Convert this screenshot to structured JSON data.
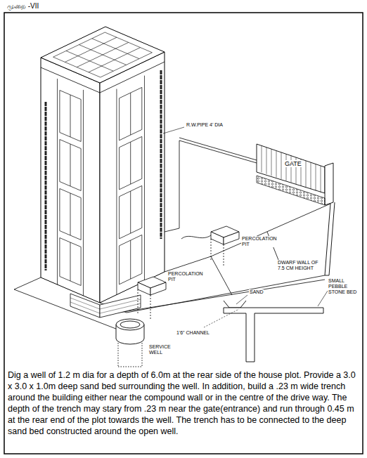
{
  "diagram": {
    "title": "முறை -VII",
    "caption": "Dig a well of 1.2 m dia for a depth of 6.0m at the rear side of the house plot. Provide a 3.0 x 3.0 x 1.0m deep sand bed surrounding the well. In addition, build a .23 m wide trench around the building either near the compound wall or in the centre of the drive way. The depth of the trench may stary from .23 m near the gate(entrance) and run through 0.45 m at the rear end of the plot towards the well. The trench has to be connected to the deep sand bed constructed around the open well.",
    "labels": [
      "R.W.PIPE 4' DIA",
      "GATE",
      "PERCOLATION PIT",
      "PERCOLATION PIT",
      "DWARF WALL OF 7.5 CM HEIGHT",
      "SAND",
      "SMALL PEBBLE STONE BED",
      "1'6\" CHANNEL",
      "SERVICE WELL"
    ]
  }
}
